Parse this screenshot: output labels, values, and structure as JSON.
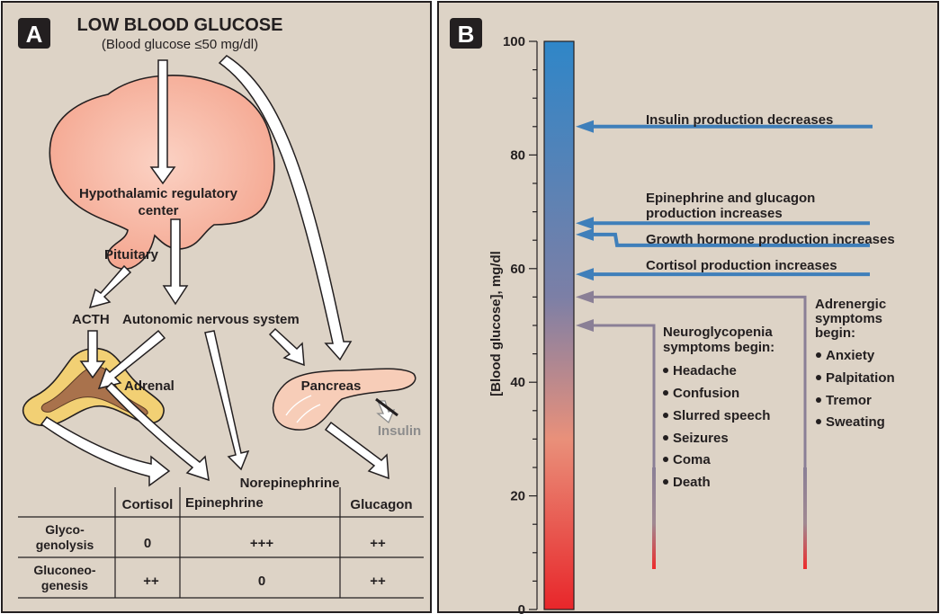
{
  "panel_a": {
    "badge": "A",
    "title": "LOW BLOOD GLUCOSE",
    "subtitle": "(Blood glucose ≤50 mg/dl)",
    "hypothalamus_line1": "Hypothalamic regulatory",
    "hypothalamus_line2": "center",
    "pituitary": "Pituitary",
    "acth": "ACTH",
    "ans": "Autonomic nervous system",
    "adrenal": "Adrenal",
    "pancreas": "Pancreas",
    "insulin": "Insulin",
    "norepinephrine": "Norepinephrine",
    "table": {
      "headers": [
        "Cortisol",
        "Epinephrine",
        "Glucagon"
      ],
      "rows": [
        {
          "label_line1": "Glyco-",
          "label_line2": "genolysis",
          "values": [
            "0",
            "+++",
            "++"
          ]
        },
        {
          "label_line1": "Gluconeo-",
          "label_line2": "genesis",
          "values": [
            "++",
            "0",
            "++"
          ]
        }
      ]
    }
  },
  "panel_b": {
    "badge": "B",
    "ylabel": "[Blood glucose], mg/dl",
    "ticks": [
      "0",
      "20",
      "40",
      "60",
      "80",
      "100"
    ],
    "events": [
      {
        "line1": "Insulin production decreases",
        "line2": "",
        "glucose": 85
      },
      {
        "line1": "Epinephrine and glucagon",
        "line2": "production increases",
        "glucose": 68
      },
      {
        "line1": "Growth hormone production increases",
        "line2": "",
        "glucose": 66
      },
      {
        "line1": "Cortisol production increases",
        "line2": "",
        "glucose": 59
      }
    ],
    "neuro": {
      "glucose": 50,
      "title_line1": "Neuroglycopenia",
      "title_line2": "symptoms begin:",
      "items": [
        "Headache",
        "Confusion",
        "Slurred speech",
        "Seizures",
        "Coma",
        "Death"
      ]
    },
    "adrenergic": {
      "glucose": 55,
      "title_line1": "Adrenergic",
      "title_line2": "symptoms",
      "title_line3": "begin:",
      "items": [
        "Anxiety",
        "Palpitation",
        "Tremor",
        "Sweating"
      ]
    }
  },
  "colors": {
    "panel_bg": "#ddd3c6",
    "badge": "#231f20",
    "brain": "#f7b5a2",
    "adrenal_outer": "#f2d074",
    "adrenal_inner": "#a9724c",
    "pancreas": "#f7cdb8",
    "bar_top": "#2f86c8",
    "bar_mid": "#86829f",
    "bar_low": "#f2947c",
    "bar_bottom": "#e8262a",
    "arrow_blue": "#3f7fba",
    "arrow_gray": "#8a7f96",
    "insulin_gray": "#8c8c8c"
  }
}
